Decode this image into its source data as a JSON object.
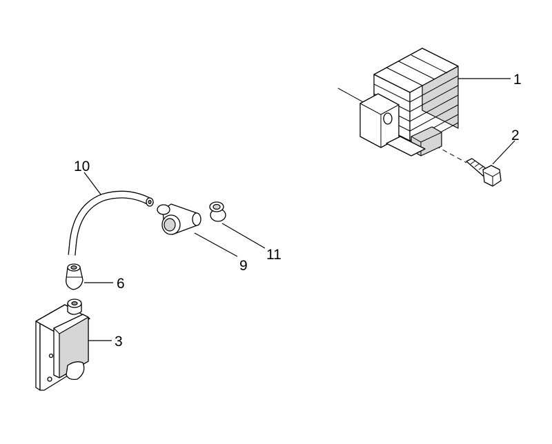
{
  "callouts": {
    "c1": "1",
    "c2": "2",
    "c3": "3",
    "c6": "6",
    "c9": "9",
    "c10": "10",
    "c11": "11"
  },
  "colors": {
    "line": "#000000",
    "fill": "#ffffff",
    "shade": "#d6d6d6",
    "dark": "#9a9a9a"
  }
}
